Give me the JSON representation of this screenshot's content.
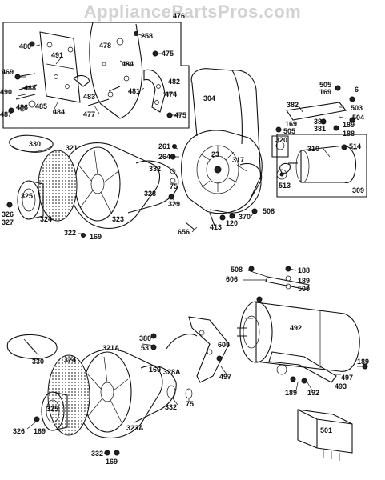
{
  "watermark": "AppliancePartsPros.com",
  "callouts": [
    {
      "id": "c480",
      "text": "480"
    },
    {
      "id": "c491",
      "text": "491"
    },
    {
      "id": "c476",
      "text": "476"
    },
    {
      "id": "c258",
      "text": "258"
    },
    {
      "id": "c478",
      "text": "478"
    },
    {
      "id": "c475a",
      "text": "475"
    },
    {
      "id": "c484a",
      "text": "484"
    },
    {
      "id": "c469",
      "text": "469"
    },
    {
      "id": "c488",
      "text": "488"
    },
    {
      "id": "c490",
      "text": "490"
    },
    {
      "id": "c486",
      "text": "486"
    },
    {
      "id": "c485",
      "text": "485"
    },
    {
      "id": "c487",
      "text": "487"
    },
    {
      "id": "c484b",
      "text": "484"
    },
    {
      "id": "c483",
      "text": "483"
    },
    {
      "id": "c477",
      "text": "477"
    },
    {
      "id": "c481",
      "text": "481"
    },
    {
      "id": "c482",
      "text": "482"
    },
    {
      "id": "c474",
      "text": "474"
    },
    {
      "id": "c475b",
      "text": "475"
    },
    {
      "id": "c304",
      "text": "304"
    },
    {
      "id": "c505a",
      "text": "505"
    },
    {
      "id": "c169a",
      "text": "169"
    },
    {
      "id": "c6",
      "text": "6"
    },
    {
      "id": "c382",
      "text": "382"
    },
    {
      "id": "c503",
      "text": "503"
    },
    {
      "id": "c504",
      "text": "504"
    },
    {
      "id": "c169b",
      "text": "169"
    },
    {
      "id": "c380a",
      "text": "380"
    },
    {
      "id": "c381",
      "text": "381"
    },
    {
      "id": "c189a",
      "text": "189"
    },
    {
      "id": "c188a",
      "text": "188"
    },
    {
      "id": "c505b",
      "text": "505"
    },
    {
      "id": "c330a",
      "text": "330"
    },
    {
      "id": "c321",
      "text": "321"
    },
    {
      "id": "c261",
      "text": "261"
    },
    {
      "id": "c264",
      "text": "264"
    },
    {
      "id": "c23",
      "text": "23"
    },
    {
      "id": "c317",
      "text": "317"
    },
    {
      "id": "c320",
      "text": "320"
    },
    {
      "id": "c310",
      "text": "310"
    },
    {
      "id": "c514",
      "text": "514"
    },
    {
      "id": "c513",
      "text": "513"
    },
    {
      "id": "c309",
      "text": "309"
    },
    {
      "id": "c332a",
      "text": "332"
    },
    {
      "id": "c75a",
      "text": "75"
    },
    {
      "id": "c328",
      "text": "328"
    },
    {
      "id": "c329",
      "text": "329"
    },
    {
      "id": "c325a",
      "text": "325"
    },
    {
      "id": "c326a",
      "text": "326"
    },
    {
      "id": "c327",
      "text": "327"
    },
    {
      "id": "c324a",
      "text": "324"
    },
    {
      "id": "c323",
      "text": "323"
    },
    {
      "id": "c322",
      "text": "322"
    },
    {
      "id": "c169c",
      "text": "169"
    },
    {
      "id": "c656",
      "text": "656"
    },
    {
      "id": "c413",
      "text": "413"
    },
    {
      "id": "c120",
      "text": "120"
    },
    {
      "id": "c370",
      "text": "370"
    },
    {
      "id": "c508a",
      "text": "508"
    },
    {
      "id": "c508b",
      "text": "508"
    },
    {
      "id": "c188b",
      "text": "188"
    },
    {
      "id": "c606",
      "text": "606"
    },
    {
      "id": "c189b",
      "text": "189"
    },
    {
      "id": "c500",
      "text": "500"
    },
    {
      "id": "c492",
      "text": "492"
    },
    {
      "id": "c380b",
      "text": "380"
    },
    {
      "id": "c53",
      "text": "53"
    },
    {
      "id": "c169d",
      "text": "169"
    },
    {
      "id": "c605",
      "text": "605"
    },
    {
      "id": "c321a",
      "text": "321A"
    },
    {
      "id": "c328a",
      "text": "328A"
    },
    {
      "id": "c497a",
      "text": "497"
    },
    {
      "id": "c330b",
      "text": "330"
    },
    {
      "id": "c324b",
      "text": "324"
    },
    {
      "id": "c189c",
      "text": "189"
    },
    {
      "id": "c497b",
      "text": "497"
    },
    {
      "id": "c189d",
      "text": "189"
    },
    {
      "id": "c192",
      "text": "192"
    },
    {
      "id": "c493",
      "text": "493"
    },
    {
      "id": "c332b",
      "text": "332"
    },
    {
      "id": "c75b",
      "text": "75"
    },
    {
      "id": "c325b",
      "text": "325"
    },
    {
      "id": "c326b",
      "text": "326"
    },
    {
      "id": "c169e",
      "text": "169"
    },
    {
      "id": "c323a",
      "text": "323A"
    },
    {
      "id": "c332c",
      "text": "332"
    },
    {
      "id": "c169f",
      "text": "169"
    },
    {
      "id": "c501",
      "text": "501"
    }
  ]
}
